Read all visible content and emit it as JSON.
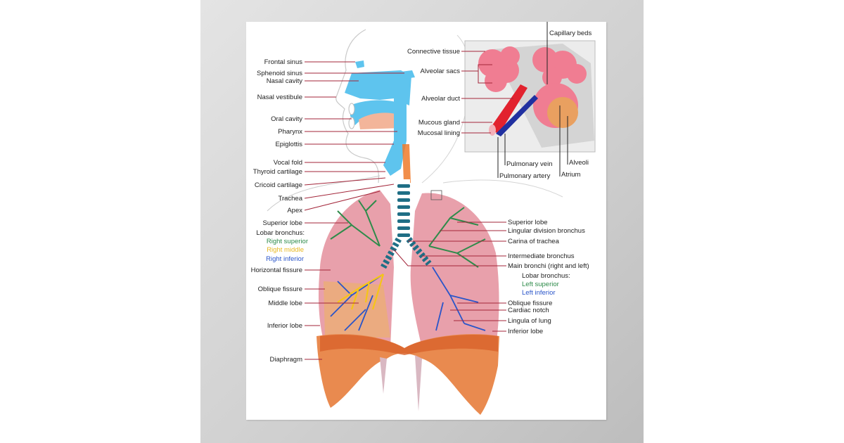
{
  "poster": {
    "title_hidden": "",
    "colors": {
      "background": "#ffffff",
      "wall": "#d2d2d2",
      "airway_blue": "#5ec4ee",
      "lung_pink": "#e8a0ab",
      "bronchus_green": "#2e8b4a",
      "bronchus_yellow": "#f5c518",
      "bronchus_blue": "#2a55c9",
      "diaphragm_orange": "#e98a4f",
      "leader_line": "#a3263a"
    }
  },
  "labels_left": [
    {
      "text": "Frontal sinus"
    },
    {
      "text": "Sphenoid sinus"
    },
    {
      "text": "Nasal cavity"
    },
    {
      "text": "Nasal vestibule"
    },
    {
      "text": "Oral cavity"
    },
    {
      "text": "Pharynx"
    },
    {
      "text": "Epiglottis"
    },
    {
      "text": "Vocal fold"
    },
    {
      "text": "Thyroid cartilage"
    },
    {
      "text": "Cricoid cartilage"
    },
    {
      "text": "Trachea"
    },
    {
      "text": "Apex"
    },
    {
      "text": "Superior lobe"
    },
    {
      "text": "Lobar bronchus:"
    },
    {
      "text": "Right superior"
    },
    {
      "text": "Right middle"
    },
    {
      "text": "Right inferior"
    },
    {
      "text": "Horizontal fissure"
    },
    {
      "text": "Oblique fissure"
    },
    {
      "text": "Middle lobe"
    },
    {
      "text": "Inferior lobe"
    },
    {
      "text": "Diaphragm"
    }
  ],
  "labels_right": [
    {
      "text": "Superior lobe"
    },
    {
      "text": "Lingular division bronchus"
    },
    {
      "text": "Carina of trachea"
    },
    {
      "text": "Intermediate bronchus"
    },
    {
      "text": "Main bronchi (right and left)"
    },
    {
      "text": "Lobar bronchus:"
    },
    {
      "text": "Left superior"
    },
    {
      "text": "Left inferior"
    },
    {
      "text": "Oblique fissure"
    },
    {
      "text": "Cardiac notch"
    },
    {
      "text": "Lingula of lung"
    },
    {
      "text": "Inferior lobe"
    }
  ],
  "inset": {
    "labels": [
      {
        "text": "Capillary beds"
      },
      {
        "text": "Connective tissue"
      },
      {
        "text": "Alveolar sacs"
      },
      {
        "text": "Alveolar duct"
      },
      {
        "text": "Mucous gland"
      },
      {
        "text": "Mucosal lining"
      },
      {
        "text": "Pulmonary vein"
      },
      {
        "text": "Pulmonary artery"
      },
      {
        "text": "Alveoli"
      },
      {
        "text": "Atrium"
      }
    ]
  }
}
